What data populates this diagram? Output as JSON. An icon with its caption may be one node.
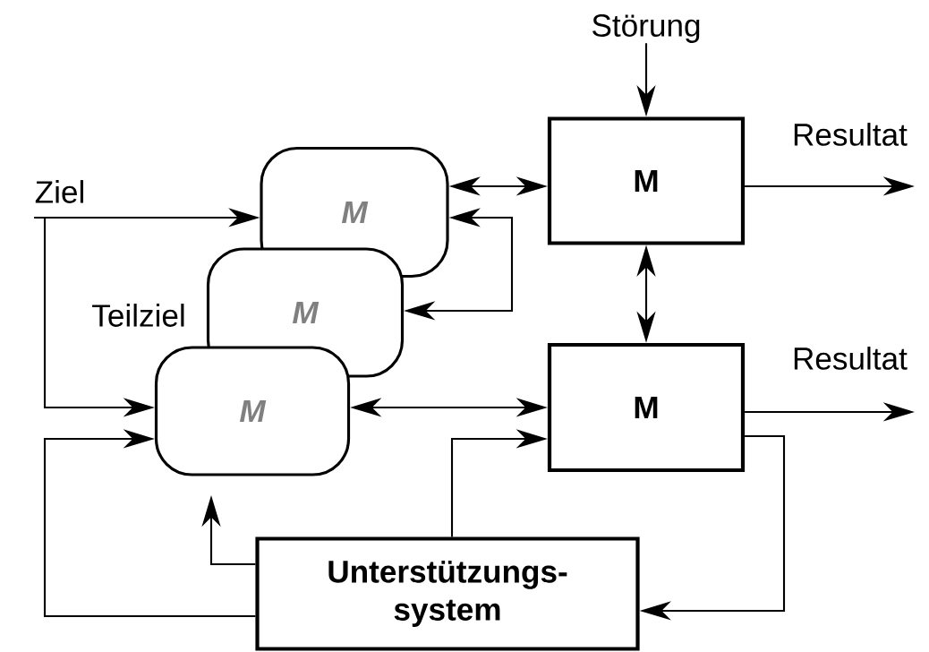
{
  "diagram": {
    "nodes": [
      {
        "text": [
          "Störung"
        ]
      },
      {
        "text": [
          "Ziel"
        ]
      },
      {
        "text": [
          "M"
        ]
      },
      {
        "text": [
          "M"
        ]
      },
      {
        "text": [
          "M"
        ]
      },
      {
        "text": [
          "M"
        ]
      },
      {
        "text": [
          "M"
        ]
      },
      {
        "text": [
          "Unterstützungs- system"
        ]
      }
    ],
    "edges": [
      {
        "from": 0,
        "to": 5,
        "arrow": "to"
      },
      {
        "from": 1,
        "to": 2,
        "arrow": "to"
      },
      {
        "from": 1,
        "to": 4,
        "arrow": "to"
      },
      {
        "from": 2,
        "to": 5,
        "arrow": "both"
      },
      {
        "from": 2,
        "to": 3,
        "arrow": "both"
      },
      {
        "from": 5,
        "to": 6,
        "arrow": "both"
      },
      {
        "from": 4,
        "to": 6,
        "arrow": "both"
      },
      {
        "from": 5,
        "to": null,
        "arrow": "to",
        "label": "Resultat"
      },
      {
        "from": 6,
        "to": null,
        "arrow": "to",
        "label": "Resultat"
      },
      {
        "from": 7,
        "to": 6,
        "arrow": "to"
      },
      {
        "from": 6,
        "to": 7,
        "arrow": "to"
      },
      {
        "from": 7,
        "to": null,
        "arrow": "to"
      },
      {
        "from": 7,
        "to": 4,
        "arrow": "to"
      }
    ],
    "labels": [
      "Teilziel"
    ]
  }
}
